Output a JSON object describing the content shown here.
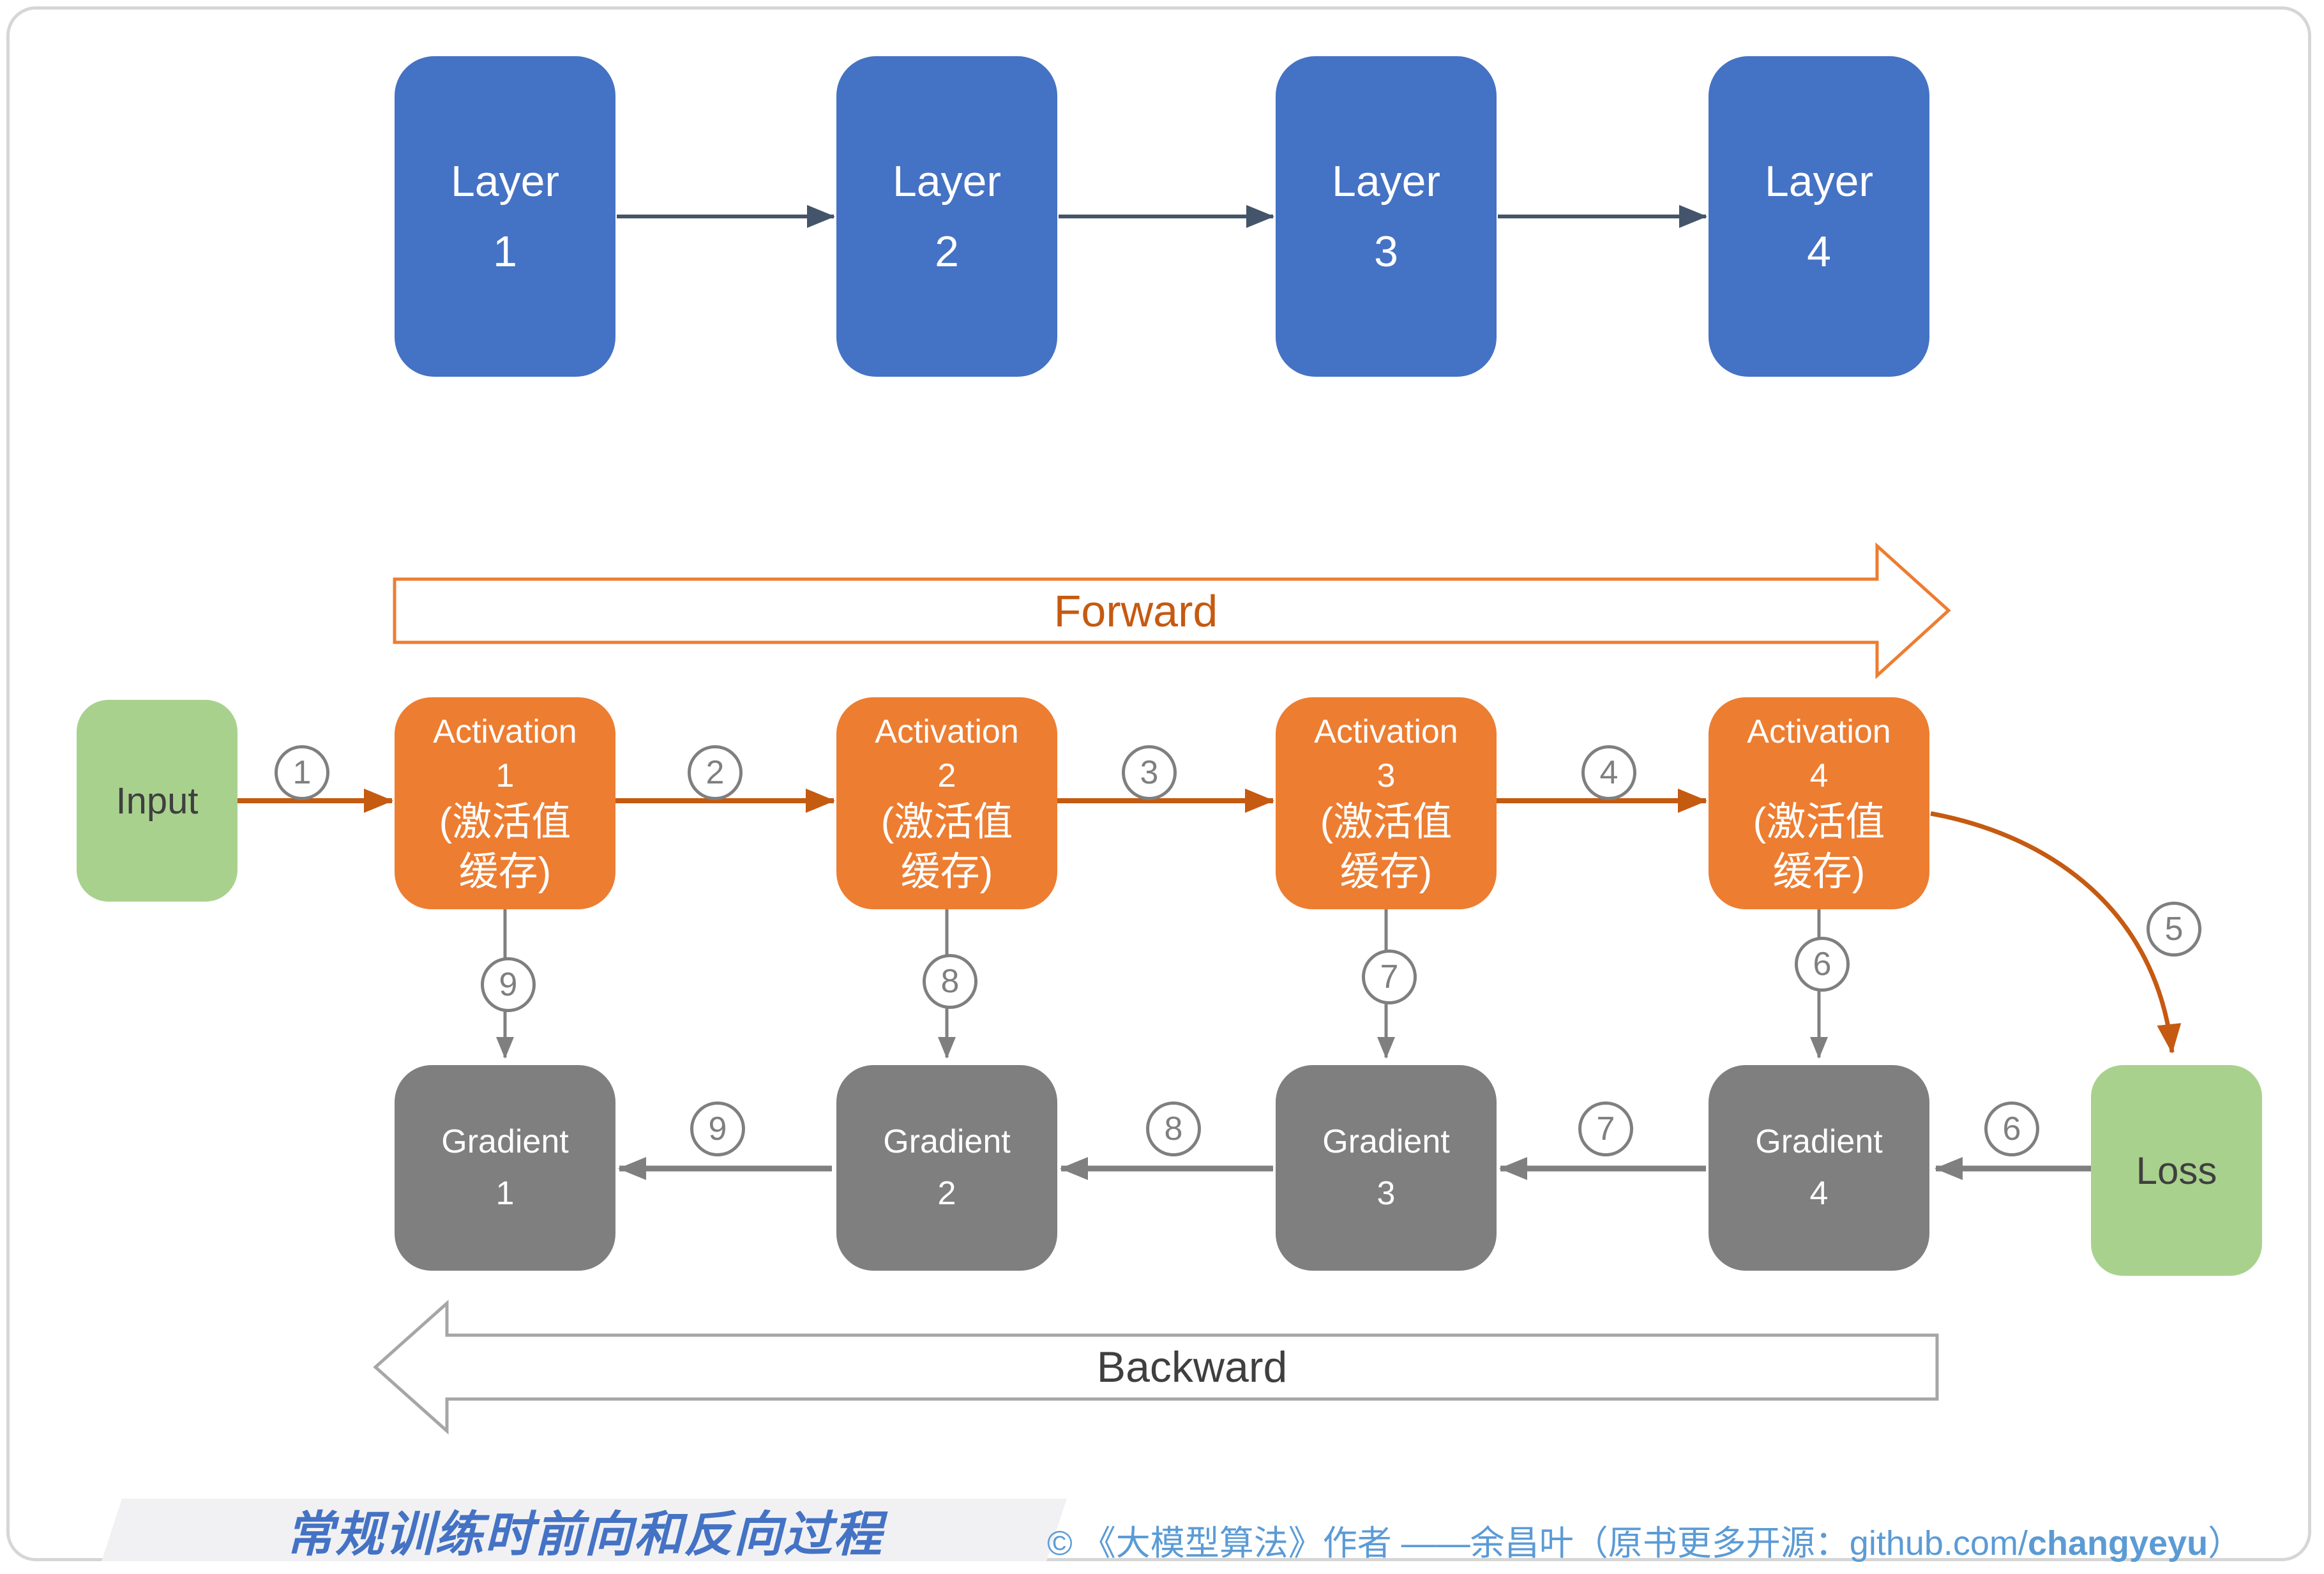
{
  "colors": {
    "layer_blue": "#4472C4",
    "activation_orange": "#ED7D31",
    "flow_arrow_orange": "#C55A11",
    "gradient_gray": "#7F7F7F",
    "io_green": "#A9D18E",
    "layer_connector_slate": "#44546A",
    "circle_label_gray": "#7F7F7F",
    "backward_outline_gray": "#A6A6A6",
    "caption_blue": "#4472C4",
    "credit_blue": "#5B9BD5"
  },
  "layer_row": {
    "boxes": [
      {
        "title": "Layer",
        "number": "1"
      },
      {
        "title": "Layer",
        "number": "2"
      },
      {
        "title": "Layer",
        "number": "3"
      },
      {
        "title": "Layer",
        "number": "4"
      }
    ]
  },
  "forward_banner": {
    "label": "Forward"
  },
  "backward_banner": {
    "label": "Backward"
  },
  "input_box": {
    "label": "Input"
  },
  "loss_box": {
    "label": "Loss"
  },
  "activation_row": {
    "boxes": [
      {
        "title": "Activation",
        "number": "1",
        "cache_line1": "(激活值",
        "cache_line2": "缓存)"
      },
      {
        "title": "Activation",
        "number": "2",
        "cache_line1": "(激活值",
        "cache_line2": "缓存)"
      },
      {
        "title": "Activation",
        "number": "3",
        "cache_line1": "(激活值",
        "cache_line2": "缓存)"
      },
      {
        "title": "Activation",
        "number": "4",
        "cache_line1": "(激活值",
        "cache_line2": "缓存)"
      }
    ],
    "steps": {
      "s1": "1",
      "s2": "2",
      "s3": "3",
      "s4": "4",
      "s5": "5"
    }
  },
  "save_arrows": {
    "steps": {
      "c1": "9",
      "c2": "8",
      "c3": "7",
      "c4": "6"
    }
  },
  "gradient_row": {
    "boxes": [
      {
        "title": "Gradient",
        "number": "1"
      },
      {
        "title": "Gradient",
        "number": "2"
      },
      {
        "title": "Gradient",
        "number": "3"
      },
      {
        "title": "Gradient",
        "number": "4"
      }
    ],
    "steps": {
      "b1": "9",
      "b2": "8",
      "b3": "7",
      "b4": "6"
    }
  },
  "footer": {
    "caption": "常规训练时前向和反向过程",
    "credit_symbol": "©",
    "credit_main": "《大模型算法》作者 ——余昌叶（原书更多开源：github.com/",
    "credit_handle": "changyeyu",
    "credit_close": "）"
  }
}
